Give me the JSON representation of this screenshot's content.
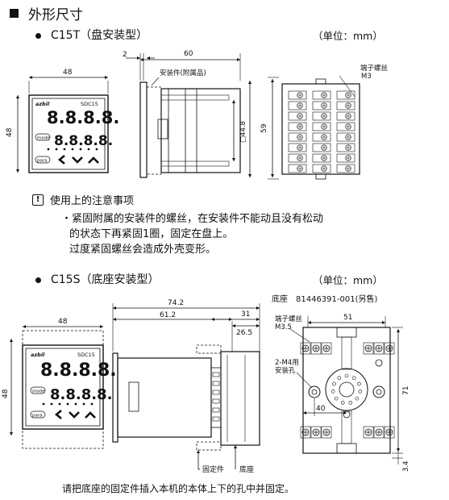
{
  "section_title": "外形尺寸",
  "c15t": {
    "heading": "C15T（盘安装型）",
    "unit": "（单位：mm）",
    "front": {
      "width": "48",
      "height": "48"
    },
    "side": {
      "offset": "2",
      "depth": "60",
      "bracket_label": "安装件(附属品)",
      "panel_cut": "□44.8"
    },
    "rear": {
      "terminal_label": "端子螺丝",
      "terminal_size": "M3",
      "height": "59"
    }
  },
  "panel": {
    "brand": "azbil",
    "model": "SDC15",
    "pv_display": "8.8.8.8.",
    "sv_display": "8.8.8.8.",
    "mode_key": "mode",
    "para_key": "para"
  },
  "caution": {
    "title": "使用上的注意事项",
    "lines": [
      "・紧固附属的安装件的螺丝，在安装件不能动且没有松动",
      "的状态下再紧固1圈，固定在盘上。",
      "过度紧固螺丝会造成外壳变形。"
    ]
  },
  "c15s": {
    "heading": "C15S（底座安装型）",
    "unit": "（单位：mm）",
    "socket_ref": "底座　81446391-001(另售)",
    "front": {
      "width": "48",
      "height": "48"
    },
    "side": {
      "overall": "74.2",
      "body": "61.2",
      "socket_depth": "31",
      "socket_inner": "26.5",
      "fix_label": "固定件",
      "base_label": "底座"
    },
    "base": {
      "terminal_label": "端子螺丝",
      "terminal_size": "M3.5",
      "width": "51",
      "hole_label": "2-M4用",
      "hole_label2": "安装孔",
      "pitch": "40",
      "height": "71",
      "foot": "3.4"
    },
    "footnote": "请把底座的固定件插入本机的本体上下的孔中并固定。"
  }
}
